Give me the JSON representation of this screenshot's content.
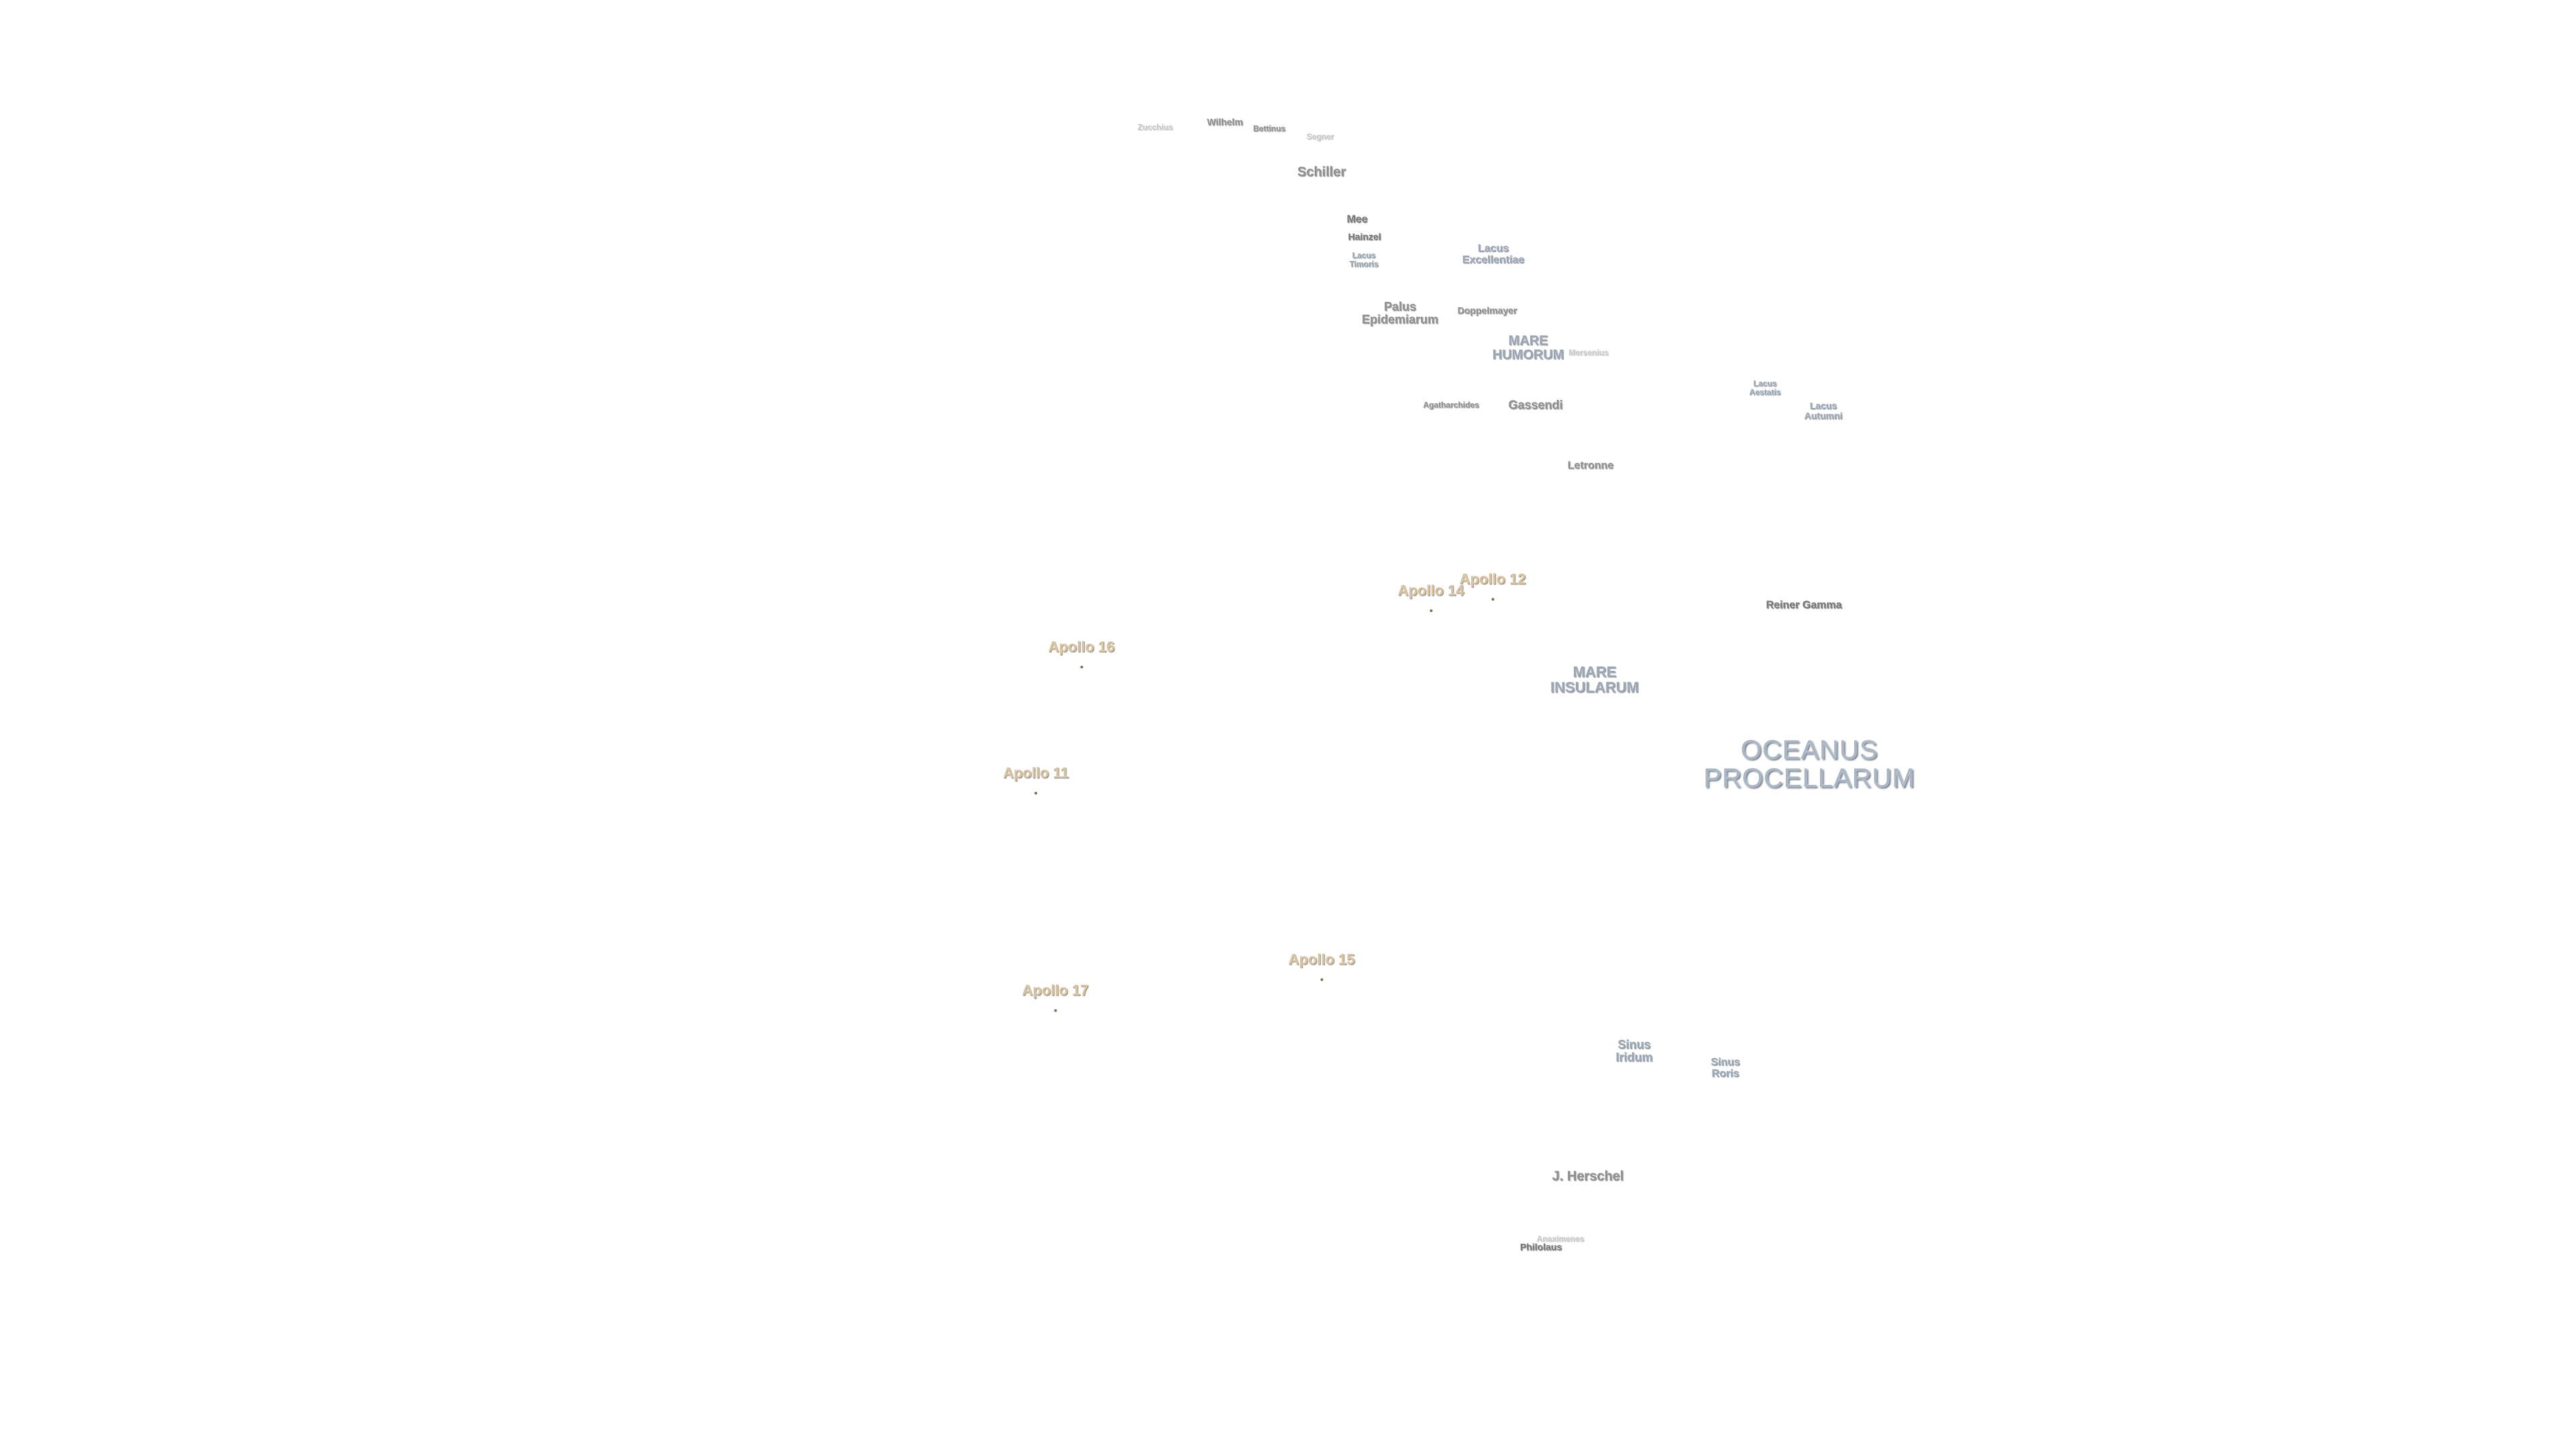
{
  "map": {
    "oceans": {
      "oceanus_procellarum": "OCEANUS\nPROCELLARUM"
    },
    "maria": {
      "mare_humorum": "MARE\nHUMORUM",
      "mare_insularum": "MARE\nINSULARUM",
      "lacus_excellentiae": "Lacus\nExcellentiae",
      "lacus_timoris": "Lacus\nTimoris",
      "lacus_autumni": "Lacus\nAutumni",
      "lacus_aestatis": "Lacus\nAestatis",
      "palus_epidemiarum": "Palus\nEpidemiarum",
      "sinus_iridum": "Sinus\nIridum",
      "sinus_roris": "Sinus\nRoris"
    },
    "craters": {
      "schiller": "Schiller",
      "mee": "Mee",
      "hainzel": "Hainzel",
      "doppelmayer": "Doppelmayer",
      "gassendi": "Gassendi",
      "agatharchides": "Agatharchides",
      "letronne": "Letronne",
      "reiner_gamma": "Reiner Gamma",
      "j_herschel": "J. Herschel",
      "wilhelm": "Wilhelm",
      "bettinus": "Bettinus",
      "segner": "Segner",
      "cavalerius_hint": "Zucchius",
      "mersenius_hint": "Mersenius",
      "philolaus": "Philolaus",
      "anaximenes": "Anaximenes"
    },
    "apollo": {
      "apollo_11": "Apollo 11",
      "apollo_12": "Apollo 12",
      "apollo_14": "Apollo 14",
      "apollo_15": "Apollo 15",
      "apollo_16": "Apollo 16",
      "apollo_17": "Apollo 17"
    },
    "colors": {
      "background": "#ffffff",
      "crater_text": "#8e8e8e",
      "mare_text": "#9aa6b4",
      "apollo_text": "#d8c4a0"
    }
  }
}
